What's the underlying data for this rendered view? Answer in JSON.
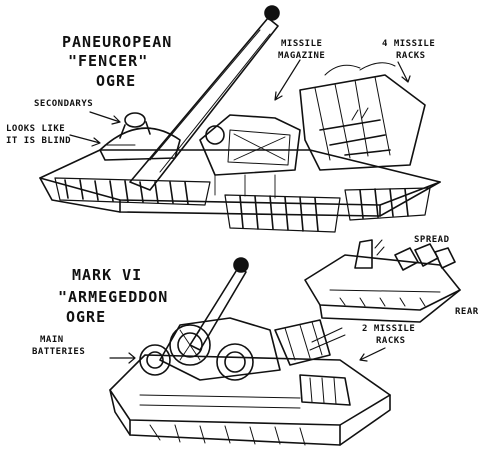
{
  "colors": {
    "ink": "#111111",
    "paper": "#ffffff"
  },
  "fencer": {
    "title_line1": "PANEUROPEAN",
    "title_line2": "\"FENCER\"",
    "title_line3": "OGRE",
    "label_secondarys": "SECONDARYS",
    "label_blind_line1": "LOOKS LIKE",
    "label_blind_line2": "IT IS BLIND",
    "label_magazine_line1": "MISSILE",
    "label_magazine_line2": "MAGAZINE",
    "label_racks_line1": "4 MISSILE",
    "label_racks_line2": "RACKS"
  },
  "spread_detail": {
    "label_spread": "SPREAD",
    "label_rear": "REAR"
  },
  "armageddon": {
    "title_line1": "MARK VI",
    "title_line2": "\"ARMEGEDDON",
    "title_line3": "OGRE",
    "label_main_line1": "MAIN",
    "label_main_line2": "BATTERIES",
    "label_racks_line1": "2 MISSILE",
    "label_racks_line2": "RACKS"
  }
}
